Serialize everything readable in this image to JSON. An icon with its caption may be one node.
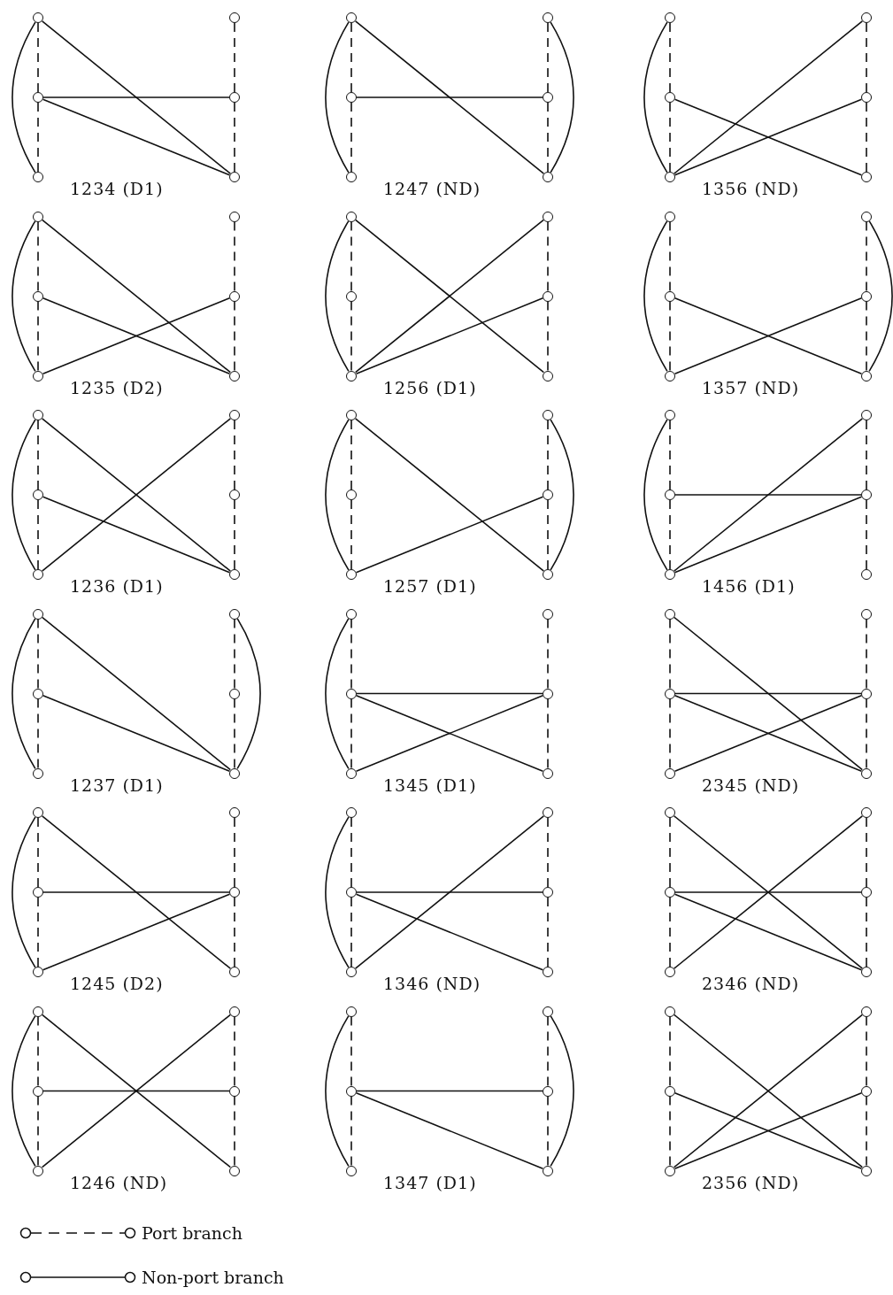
{
  "diagram": {
    "nodes": [
      {
        "text": [],
        "shape": "circle"
      },
      {
        "text": [],
        "shape": "circle"
      },
      {
        "text": [],
        "shape": "circle"
      },
      {
        "text": [],
        "shape": "circle"
      },
      {
        "text": [],
        "shape": "circle"
      },
      {
        "text": [],
        "shape": "circle"
      },
      {
        "text": [],
        "shape": "circle"
      },
      {
        "text": [],
        "shape": "circle"
      },
      {
        "text": [],
        "shape": "circle"
      },
      {
        "text": [],
        "shape": "circle"
      },
      {
        "text": [],
        "shape": "circle"
      },
      {
        "text": [],
        "shape": "circle"
      },
      {
        "text": [],
        "shape": "circle"
      },
      {
        "text": [],
        "shape": "circle"
      },
      {
        "text": [],
        "shape": "circle"
      },
      {
        "text": [],
        "shape": "circle"
      },
      {
        "text": [],
        "shape": "circle"
      },
      {
        "text": [],
        "shape": "circle"
      },
      {
        "text": [],
        "shape": "circle"
      },
      {
        "text": [],
        "shape": "circle"
      },
      {
        "text": [],
        "shape": "circle"
      },
      {
        "text": [],
        "shape": "circle"
      },
      {
        "text": [],
        "shape": "circle"
      },
      {
        "text": [],
        "shape": "circle"
      },
      {
        "text": [],
        "shape": "circle"
      },
      {
        "text": [],
        "shape": "circle"
      },
      {
        "text": [],
        "shape": "circle"
      },
      {
        "text": [],
        "shape": "circle"
      },
      {
        "text": [],
        "shape": "circle"
      },
      {
        "text": [],
        "shape": "circle"
      },
      {
        "text": [],
        "shape": "circle"
      },
      {
        "text": [],
        "shape": "circle"
      },
      {
        "text": [],
        "shape": "circle"
      },
      {
        "text": [],
        "shape": "circle"
      },
      {
        "text": [],
        "shape": "circle"
      },
      {
        "text": [],
        "shape": "circle"
      },
      {
        "text": [],
        "shape": "circle"
      },
      {
        "text": [],
        "shape": "circle"
      },
      {
        "text": [],
        "shape": "circle"
      },
      {
        "text": [],
        "shape": "circle"
      },
      {
        "text": [],
        "shape": "circle"
      },
      {
        "text": [],
        "shape": "circle"
      },
      {
        "text": [],
        "shape": "circle"
      },
      {
        "text": [],
        "shape": "circle"
      },
      {
        "text": [],
        "shape": "circle"
      },
      {
        "text": [],
        "shape": "circle"
      },
      {
        "text": [],
        "shape": "circle"
      },
      {
        "text": [],
        "shape": "circle"
      },
      {
        "text": [],
        "shape": "circle"
      },
      {
        "text": [],
        "shape": "circle"
      },
      {
        "text": [],
        "shape": "circle"
      },
      {
        "text": [],
        "shape": "circle"
      },
      {
        "text": [],
        "shape": "circle"
      },
      {
        "text": [],
        "shape": "circle"
      },
      {
        "text": [],
        "shape": "circle"
      },
      {
        "text": [],
        "shape": "circle"
      },
      {
        "text": [],
        "shape": "circle"
      },
      {
        "text": [],
        "shape": "circle"
      },
      {
        "text": [],
        "shape": "circle"
      },
      {
        "text": [],
        "shape": "circle"
      },
      {
        "text": [],
        "shape": "circle"
      },
      {
        "text": [],
        "shape": "circle"
      },
      {
        "text": [],
        "shape": "circle"
      },
      {
        "text": [],
        "shape": "circle"
      },
      {
        "text": [],
        "shape": "circle"
      },
      {
        "text": [],
        "shape": "circle"
      },
      {
        "text": [],
        "shape": "circle"
      },
      {
        "text": [],
        "shape": "circle"
      },
      {
        "text": [],
        "shape": "circle"
      },
      {
        "text": [],
        "shape": "circle"
      },
      {
        "text": [],
        "shape": "circle"
      },
      {
        "text": [],
        "shape": "circle"
      },
      {
        "text": [],
        "shape": "circle"
      },
      {
        "text": [],
        "shape": "circle"
      },
      {
        "text": [],
        "shape": "circle"
      },
      {
        "text": [],
        "shape": "circle"
      },
      {
        "text": [],
        "shape": "circle"
      },
      {
        "text": [],
        "shape": "circle"
      },
      {
        "text": [],
        "shape": "circle"
      },
      {
        "text": [],
        "shape": "circle"
      },
      {
        "text": [],
        "shape": "circle"
      },
      {
        "text": [],
        "shape": "circle"
      },
      {
        "text": [],
        "shape": "circle"
      },
      {
        "text": [],
        "shape": "circle"
      },
      {
        "text": [],
        "shape": "circle"
      },
      {
        "text": [],
        "shape": "circle"
      },
      {
        "text": [],
        "shape": "circle"
      },
      {
        "text": [],
        "shape": "circle"
      },
      {
        "text": [],
        "shape": "circle"
      },
      {
        "text": [],
        "shape": "circle"
      },
      {
        "text": [],
        "shape": "circle"
      },
      {
        "text": [],
        "shape": "circle"
      },
      {
        "text": [],
        "shape": "circle"
      },
      {
        "text": [],
        "shape": "circle"
      },
      {
        "text": [],
        "shape": "circle"
      },
      {
        "text": [],
        "shape": "circle"
      },
      {
        "text": [],
        "shape": "circle"
      },
      {
        "text": [],
        "shape": "circle"
      },
      {
        "text": [],
        "shape": "circle"
      },
      {
        "text": [],
        "shape": "circle"
      },
      {
        "text": [],
        "shape": "circle"
      },
      {
        "text": [],
        "shape": "circle"
      },
      {
        "text": [],
        "shape": "circle"
      },
      {
        "text": [],
        "shape": "circle"
      },
      {
        "text": [],
        "shape": "circle"
      },
      {
        "text": [],
        "shape": "circle"
      },
      {
        "text": [],
        "shape": "circle"
      },
      {
        "text": [],
        "shape": "circle"
      }
    ],
    "edges": [
      {
        "from": 0,
        "to": 1,
        "arrow": "none",
        "style": "dashed"
      },
      {
        "from": 1,
        "to": 2,
        "arrow": "none",
        "style": "dashed"
      },
      {
        "from": 3,
        "to": 4,
        "arrow": "none",
        "style": "dashed"
      },
      {
        "from": 4,
        "to": 5,
        "arrow": "none",
        "style": "dashed"
      },
      {
        "from": 0,
        "to": 2,
        "arrow": "none"
      },
      {
        "from": 0,
        "to": 5,
        "arrow": "none"
      },
      {
        "from": 1,
        "to": 5,
        "arrow": "none"
      },
      {
        "from": 1,
        "to": 4,
        "arrow": "none"
      },
      {
        "from": 6,
        "to": 7,
        "arrow": "none",
        "style": "dashed"
      },
      {
        "from": 7,
        "to": 8,
        "arrow": "none",
        "style": "dashed"
      },
      {
        "from": 9,
        "to": 10,
        "arrow": "none",
        "style": "dashed"
      },
      {
        "from": 10,
        "to": 11,
        "arrow": "none",
        "style": "dashed"
      },
      {
        "from": 6,
        "to": 8,
        "arrow": "none"
      },
      {
        "from": 6,
        "to": 11,
        "arrow": "none"
      },
      {
        "from": 7,
        "to": 10,
        "arrow": "none"
      },
      {
        "from": 9,
        "to": 11,
        "arrow": "none"
      },
      {
        "from": 12,
        "to": 13,
        "arrow": "none",
        "style": "dashed"
      },
      {
        "from": 13,
        "to": 14,
        "arrow": "none",
        "style": "dashed"
      },
      {
        "from": 15,
        "to": 16,
        "arrow": "none",
        "style": "dashed"
      },
      {
        "from": 16,
        "to": 17,
        "arrow": "none",
        "style": "dashed"
      },
      {
        "from": 12,
        "to": 14,
        "arrow": "none"
      },
      {
        "from": 13,
        "to": 17,
        "arrow": "none"
      },
      {
        "from": 14,
        "to": 16,
        "arrow": "none"
      },
      {
        "from": 14,
        "to": 15,
        "arrow": "none"
      },
      {
        "from": 18,
        "to": 19,
        "arrow": "none",
        "style": "dashed"
      },
      {
        "from": 19,
        "to": 20,
        "arrow": "none",
        "style": "dashed"
      },
      {
        "from": 21,
        "to": 22,
        "arrow": "none",
        "style": "dashed"
      },
      {
        "from": 22,
        "to": 23,
        "arrow": "none",
        "style": "dashed"
      },
      {
        "from": 18,
        "to": 20,
        "arrow": "none"
      },
      {
        "from": 18,
        "to": 23,
        "arrow": "none"
      },
      {
        "from": 19,
        "to": 23,
        "arrow": "none"
      },
      {
        "from": 20,
        "to": 22,
        "arrow": "none"
      },
      {
        "from": 24,
        "to": 25,
        "arrow": "none",
        "style": "dashed"
      },
      {
        "from": 25,
        "to": 26,
        "arrow": "none",
        "style": "dashed"
      },
      {
        "from": 27,
        "to": 28,
        "arrow": "none",
        "style": "dashed"
      },
      {
        "from": 28,
        "to": 29,
        "arrow": "none",
        "style": "dashed"
      },
      {
        "from": 24,
        "to": 26,
        "arrow": "none"
      },
      {
        "from": 24,
        "to": 29,
        "arrow": "none"
      },
      {
        "from": 26,
        "to": 28,
        "arrow": "none"
      },
      {
        "from": 26,
        "to": 27,
        "arrow": "none"
      },
      {
        "from": 30,
        "to": 31,
        "arrow": "none",
        "style": "dashed"
      },
      {
        "from": 31,
        "to": 32,
        "arrow": "none",
        "style": "dashed"
      },
      {
        "from": 33,
        "to": 34,
        "arrow": "none",
        "style": "dashed"
      },
      {
        "from": 34,
        "to": 35,
        "arrow": "none",
        "style": "dashed"
      },
      {
        "from": 30,
        "to": 32,
        "arrow": "none"
      },
      {
        "from": 31,
        "to": 35,
        "arrow": "none"
      },
      {
        "from": 32,
        "to": 34,
        "arrow": "none"
      },
      {
        "from": 33,
        "to": 35,
        "arrow": "none"
      },
      {
        "from": 36,
        "to": 37,
        "arrow": "none",
        "style": "dashed"
      },
      {
        "from": 37,
        "to": 38,
        "arrow": "none",
        "style": "dashed"
      },
      {
        "from": 39,
        "to": 40,
        "arrow": "none",
        "style": "dashed"
      },
      {
        "from": 40,
        "to": 41,
        "arrow": "none",
        "style": "dashed"
      },
      {
        "from": 36,
        "to": 38,
        "arrow": "none"
      },
      {
        "from": 36,
        "to": 41,
        "arrow": "none"
      },
      {
        "from": 37,
        "to": 41,
        "arrow": "none"
      },
      {
        "from": 38,
        "to": 39,
        "arrow": "none"
      },
      {
        "from": 42,
        "to": 43,
        "arrow": "none",
        "style": "dashed"
      },
      {
        "from": 43,
        "to": 44,
        "arrow": "none",
        "style": "dashed"
      },
      {
        "from": 45,
        "to": 46,
        "arrow": "none",
        "style": "dashed"
      },
      {
        "from": 46,
        "to": 47,
        "arrow": "none",
        "style": "dashed"
      },
      {
        "from": 42,
        "to": 44,
        "arrow": "none"
      },
      {
        "from": 42,
        "to": 47,
        "arrow": "none"
      },
      {
        "from": 44,
        "to": 46,
        "arrow": "none"
      },
      {
        "from": 45,
        "to": 47,
        "arrow": "none"
      },
      {
        "from": 48,
        "to": 49,
        "arrow": "none",
        "style": "dashed"
      },
      {
        "from": 49,
        "to": 50,
        "arrow": "none",
        "style": "dashed"
      },
      {
        "from": 51,
        "to": 52,
        "arrow": "none",
        "style": "dashed"
      },
      {
        "from": 52,
        "to": 53,
        "arrow": "none",
        "style": "dashed"
      },
      {
        "from": 48,
        "to": 50,
        "arrow": "none"
      },
      {
        "from": 49,
        "to": 52,
        "arrow": "none"
      },
      {
        "from": 50,
        "to": 52,
        "arrow": "none"
      },
      {
        "from": 50,
        "to": 51,
        "arrow": "none"
      },
      {
        "from": 54,
        "to": 55,
        "arrow": "none",
        "style": "dashed"
      },
      {
        "from": 55,
        "to": 56,
        "arrow": "none",
        "style": "dashed"
      },
      {
        "from": 57,
        "to": 58,
        "arrow": "none",
        "style": "dashed"
      },
      {
        "from": 58,
        "to": 59,
        "arrow": "none",
        "style": "dashed"
      },
      {
        "from": 54,
        "to": 56,
        "arrow": "none"
      },
      {
        "from": 54,
        "to": 59,
        "arrow": "none"
      },
      {
        "from": 55,
        "to": 59,
        "arrow": "none"
      },
      {
        "from": 57,
        "to": 59,
        "arrow": "none"
      },
      {
        "from": 60,
        "to": 61,
        "arrow": "none",
        "style": "dashed"
      },
      {
        "from": 61,
        "to": 62,
        "arrow": "none",
        "style": "dashed"
      },
      {
        "from": 63,
        "to": 64,
        "arrow": "none",
        "style": "dashed"
      },
      {
        "from": 64,
        "to": 65,
        "arrow": "none",
        "style": "dashed"
      },
      {
        "from": 60,
        "to": 62,
        "arrow": "none"
      },
      {
        "from": 61,
        "to": 65,
        "arrow": "none"
      },
      {
        "from": 61,
        "to": 64,
        "arrow": "none"
      },
      {
        "from": 62,
        "to": 64,
        "arrow": "none"
      },
      {
        "from": 66,
        "to": 67,
        "arrow": "none",
        "style": "dashed"
      },
      {
        "from": 67,
        "to": 68,
        "arrow": "none",
        "style": "dashed"
      },
      {
        "from": 69,
        "to": 70,
        "arrow": "none",
        "style": "dashed"
      },
      {
        "from": 70,
        "to": 71,
        "arrow": "none",
        "style": "dashed"
      },
      {
        "from": 66,
        "to": 71,
        "arrow": "none"
      },
      {
        "from": 67,
        "to": 71,
        "arrow": "none"
      },
      {
        "from": 67,
        "to": 70,
        "arrow": "none"
      },
      {
        "from": 68,
        "to": 70,
        "arrow": "none"
      },
      {
        "from": 72,
        "to": 73,
        "arrow": "none",
        "style": "dashed"
      },
      {
        "from": 73,
        "to": 74,
        "arrow": "none",
        "style": "dashed"
      },
      {
        "from": 75,
        "to": 76,
        "arrow": "none",
        "style": "dashed"
      },
      {
        "from": 76,
        "to": 77,
        "arrow": "none",
        "style": "dashed"
      },
      {
        "from": 72,
        "to": 74,
        "arrow": "none"
      },
      {
        "from": 72,
        "to": 77,
        "arrow": "none"
      },
      {
        "from": 73,
        "to": 76,
        "arrow": "none"
      },
      {
        "from": 74,
        "to": 76,
        "arrow": "none"
      },
      {
        "from": 78,
        "to": 79,
        "arrow": "none",
        "style": "dashed"
      },
      {
        "from": 79,
        "to": 80,
        "arrow": "none",
        "style": "dashed"
      },
      {
        "from": 81,
        "to": 82,
        "arrow": "none",
        "style": "dashed"
      },
      {
        "from": 82,
        "to": 83,
        "arrow": "none",
        "style": "dashed"
      },
      {
        "from": 78,
        "to": 80,
        "arrow": "none"
      },
      {
        "from": 79,
        "to": 83,
        "arrow": "none"
      },
      {
        "from": 79,
        "to": 82,
        "arrow": "none"
      },
      {
        "from": 80,
        "to": 81,
        "arrow": "none"
      },
      {
        "from": 84,
        "to": 85,
        "arrow": "none",
        "style": "dashed"
      },
      {
        "from": 85,
        "to": 86,
        "arrow": "none",
        "style": "dashed"
      },
      {
        "from": 87,
        "to": 88,
        "arrow": "none",
        "style": "dashed"
      },
      {
        "from": 88,
        "to": 89,
        "arrow": "none",
        "style": "dashed"
      },
      {
        "from": 84,
        "to": 89,
        "arrow": "none"
      },
      {
        "from": 85,
        "to": 89,
        "arrow": "none"
      },
      {
        "from": 85,
        "to": 88,
        "arrow": "none"
      },
      {
        "from": 86,
        "to": 87,
        "arrow": "none"
      },
      {
        "from": 90,
        "to": 91,
        "arrow": "none",
        "style": "dashed"
      },
      {
        "from": 91,
        "to": 92,
        "arrow": "none",
        "style": "dashed"
      },
      {
        "from": 93,
        "to": 94,
        "arrow": "none",
        "style": "dashed"
      },
      {
        "from": 94,
        "to": 95,
        "arrow": "none",
        "style": "dashed"
      },
      {
        "from": 90,
        "to": 92,
        "arrow": "none"
      },
      {
        "from": 90,
        "to": 95,
        "arrow": "none"
      },
      {
        "from": 91,
        "to": 94,
        "arrow": "none"
      },
      {
        "from": 92,
        "to": 93,
        "arrow": "none"
      },
      {
        "from": 96,
        "to": 97,
        "arrow": "none",
        "style": "dashed"
      },
      {
        "from": 97,
        "to": 98,
        "arrow": "none",
        "style": "dashed"
      },
      {
        "from": 99,
        "to": 100,
        "arrow": "none",
        "style": "dashed"
      },
      {
        "from": 100,
        "to": 101,
        "arrow": "none",
        "style": "dashed"
      },
      {
        "from": 96,
        "to": 98,
        "arrow": "none"
      },
      {
        "from": 97,
        "to": 101,
        "arrow": "none"
      },
      {
        "from": 97,
        "to": 100,
        "arrow": "none"
      },
      {
        "from": 99,
        "to": 101,
        "arrow": "none"
      },
      {
        "from": 102,
        "to": 103,
        "arrow": "none",
        "style": "dashed"
      },
      {
        "from": 103,
        "to": 104,
        "arrow": "none",
        "style": "dashed"
      },
      {
        "from": 105,
        "to": 106,
        "arrow": "none",
        "style": "dashed"
      },
      {
        "from": 106,
        "to": 107,
        "arrow": "none",
        "style": "dashed"
      },
      {
        "from": 102,
        "to": 107,
        "arrow": "none"
      },
      {
        "from": 103,
        "to": 107,
        "arrow": "none"
      },
      {
        "from": 104,
        "to": 106,
        "arrow": "none"
      },
      {
        "from": 104,
        "to": 105,
        "arrow": "none"
      }
    ],
    "labels": [
      "1234 (D1)",
      "1247 (ND)",
      "1356 (ND)",
      "1235 (D2)",
      "1256 (D1)",
      "1357 (ND)",
      "1236 (D1)",
      "1257 (D1)",
      "1456 (D1)",
      "1237 (D1)",
      "1345 (D1)",
      "2345 (ND)",
      "1245 (D2)",
      "1346 (ND)",
      "2346 (ND)",
      "1246 (ND)",
      "1347 (D1)",
      "2356 (ND)"
    ],
    "legend": [
      {
        "text": "Port branch"
      },
      {
        "text": "Non-port branch"
      }
    ]
  }
}
